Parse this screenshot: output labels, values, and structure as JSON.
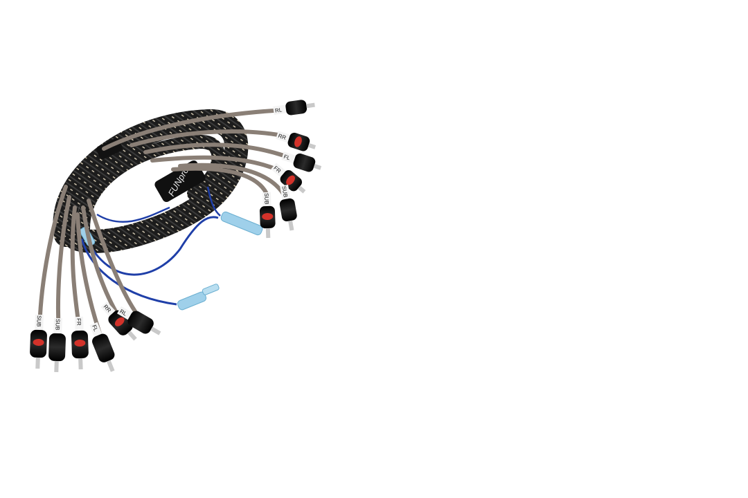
{
  "product": {
    "brand_text": "FUNpro",
    "colors": {
      "background": "#ffffff",
      "cable_gray": "#8a7f76",
      "cable_gray_dark": "#5d554f",
      "braid_black": "#1c1c1c",
      "braid_stripe": "#d8cdb5",
      "plug_black": "#141414",
      "plug_red": "#d3322a",
      "remote_wire_blue": "#1f3fa8",
      "terminal_blue": "#9fd0ea",
      "label_white": "#f4f4f4",
      "pin_silver": "#c9c9c9"
    }
  },
  "labels": {
    "top": [
      "RL",
      "RR",
      "FL",
      "FR",
      "SUB",
      "SUB"
    ],
    "bottom": [
      "SUB",
      "SUB",
      "FR",
      "FL",
      "RR",
      "RL"
    ]
  },
  "icons": {
    "plug": "rca-plug-icon",
    "terminal": "spade-terminal-icon"
  }
}
